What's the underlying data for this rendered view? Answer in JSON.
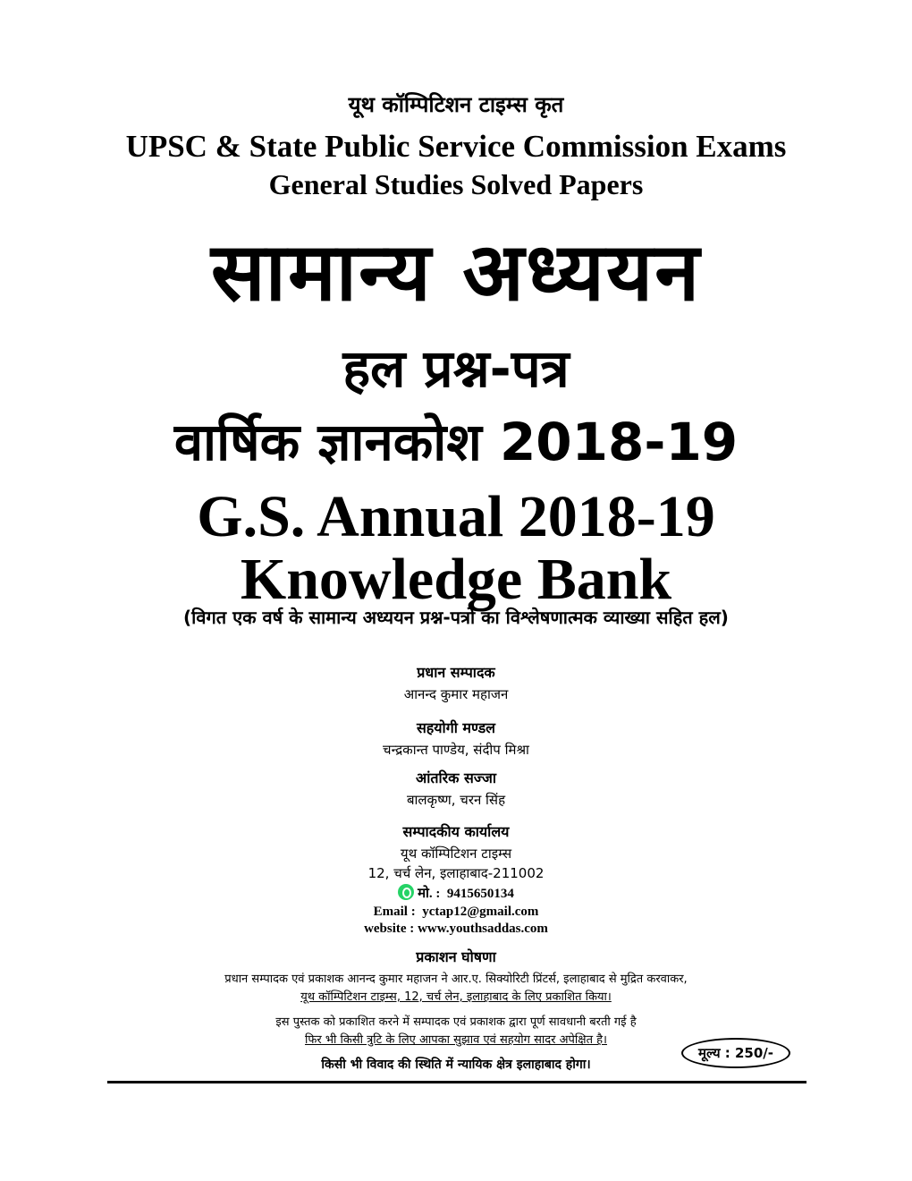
{
  "header": {
    "publisher_line": "यूथ कॉम्पिटिशन टाइम्स कृत",
    "english_title_1": "UPSC & State Public Service Commission Exams",
    "english_title_2": "General Studies Solved Papers"
  },
  "title": {
    "hindi_main": "सामान्य अध्ययन",
    "hindi_sub_1": "हल प्रश्न-पत्र",
    "hindi_sub_2": "वार्षिक ज्ञानकोश 2018-19",
    "english_main_1": "G.S. Annual 2018-19",
    "english_main_2": "Knowledge Bank",
    "subtitle": "(विगत एक वर्ष के सामान्य अध्ययन प्रश्न-पत्रों का विश्लेषणात्मक व्याख्या सहित हल)"
  },
  "credits": {
    "chief_editor_label": "प्रधान सम्पादक",
    "chief_editor": "आनन्द कुमार महाजन",
    "associates_label": "सहयोगी मण्डल",
    "associates": "चन्द्रकान्त पाण्डेय, संदीप मिश्रा",
    "interior_label": "आंतरिक सज्जा",
    "interior": "बालकृष्ण, चरन सिंह",
    "office_label": "सम्पादकीय कार्यालय",
    "office_name": "यूथ कॉम्पिटिशन टाइम्स",
    "office_address": "12, चर्च लेन, इलाहाबाद-211002"
  },
  "contact": {
    "mobile_label": "मो. :",
    "mobile": "9415650134",
    "email_label": "Email :",
    "email": "yctap12@gmail.com",
    "website_label": "website :",
    "website": "www.youthsaddas.com"
  },
  "declaration": {
    "label": "प्रकाशन घोषणा",
    "line1": "प्रधान सम्पादक एवं प्रकाशक आनन्द कुमार महाजन ने आर.ए. सिक्योरिटी प्रिंटर्स, इलाहाबाद से मुद्रित करवाकर,",
    "line2": "यूथ कॉम्पिटिशन टाइम्स, 12, चर्च लेन, इलाहाबाद के लिए प्रकाशित किया।",
    "line3": "इस पुस्तक को प्रकाशित करने में सम्पादक एवं प्रकाशक द्वारा पूर्ण सावधानी बरती गई है",
    "line4": "फिर भी किसी त्रुटि के लिए आपका सुझाव एवं सहयोग सादर अपेक्षित है।",
    "line5": "किसी भी विवाद की स्थिति में न्यायिक क्षेत्र इलाहाबाद होगा।"
  },
  "price": "मूल्य : 250/-",
  "icons": {
    "mobile": "whatsapp-icon"
  },
  "colors": {
    "whatsapp": "#25d366"
  }
}
